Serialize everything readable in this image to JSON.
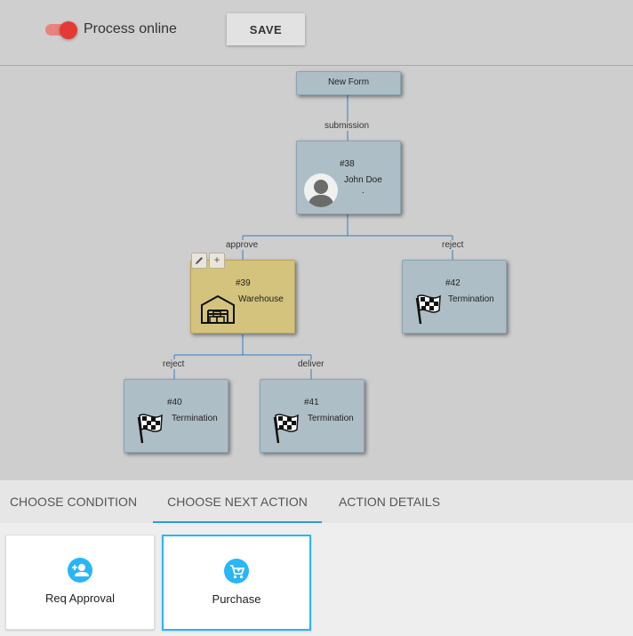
{
  "topbar": {
    "toggle_label": "Process online",
    "toggle_on": true,
    "save_label": "SAVE"
  },
  "colors": {
    "toggle_thumb": "#e53935",
    "toggle_track": "#e7837d",
    "node_fill": "#aebec6",
    "node_selected_fill": "#d4c37c",
    "tab_indicator": "#2e9bd6",
    "action_icon": "#29b6f6"
  },
  "flow": {
    "start": {
      "label": "New Form"
    },
    "edges": {
      "submission": "submission",
      "approve": "approve",
      "reject_top": "reject",
      "reject_bottom": "reject",
      "deliver": "deliver"
    },
    "nodes": {
      "n38": {
        "id": "#38",
        "name": "John Doe",
        "sub": ".",
        "icon": "user-avatar-icon"
      },
      "n39": {
        "id": "#39",
        "name": "Warehouse",
        "icon": "warehouse-icon",
        "selected": true
      },
      "n42": {
        "id": "#42",
        "name": "Termination",
        "icon": "checkered-flag-icon"
      },
      "n40": {
        "id": "#40",
        "name": "Termination",
        "icon": "checkered-flag-icon"
      },
      "n41": {
        "id": "#41",
        "name": "Termination",
        "icon": "checkered-flag-icon"
      }
    },
    "node_tools": {
      "edit_icon": "pencil-icon",
      "add_icon": "plus-icon",
      "add_glyph": "+"
    }
  },
  "tabs": [
    {
      "label": "CHOOSE CONDITION",
      "active": false
    },
    {
      "label": "CHOOSE NEXT ACTION",
      "active": true
    },
    {
      "label": "ACTION DETAILS",
      "active": false
    }
  ],
  "actions": [
    {
      "label": "Req Approval",
      "icon": "add-person-icon",
      "selected": false
    },
    {
      "label": "Purchase",
      "icon": "shopping-cart-icon",
      "selected": true
    }
  ]
}
